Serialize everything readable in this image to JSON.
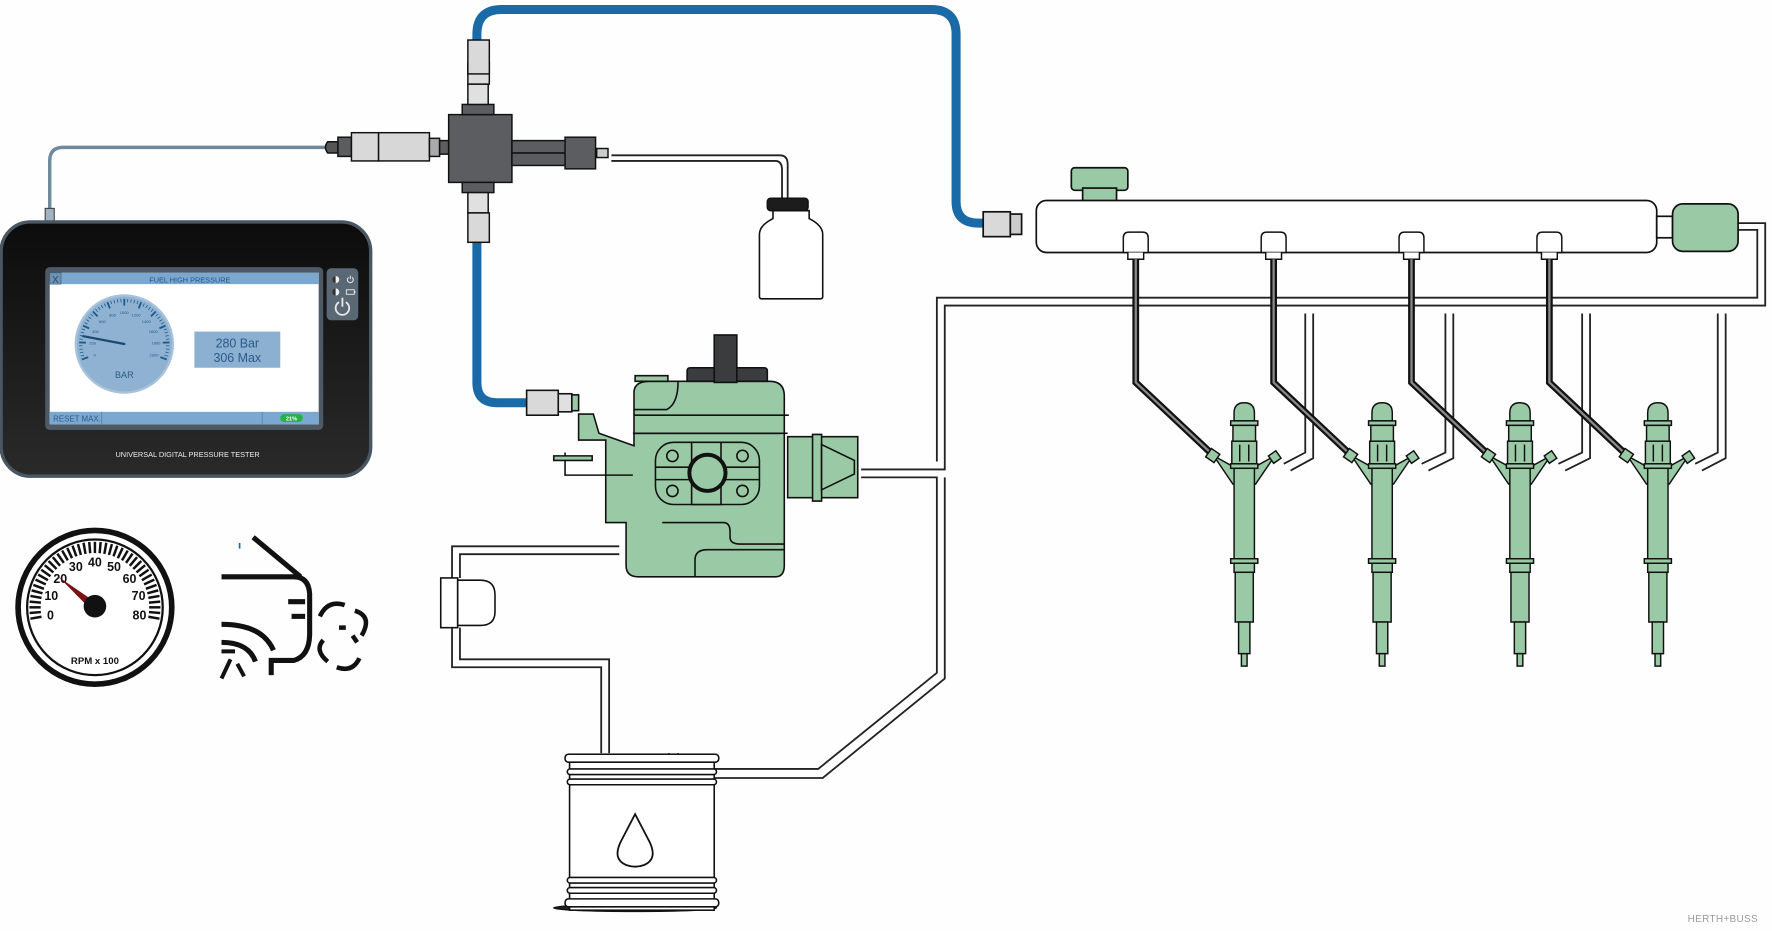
{
  "tester": {
    "device_label": "UNIVERSAL DIGITAL PRESSURE TESTER",
    "screen": {
      "close_label": "X",
      "title": "FUEL HIGH PRESSURE",
      "gauge_unit": "BAR",
      "gauge_ticks": [
        "0",
        "200",
        "400",
        "600",
        "800",
        "1000",
        "1200",
        "1400",
        "1600",
        "1800",
        "2000"
      ],
      "gauge_value_bar": 280,
      "reading_line1": "280 Bar",
      "reading_line2": "306 Max",
      "reset_label": "RESET MAX.",
      "battery_label": "21%"
    },
    "side_panel_icons": [
      "contrast-icon",
      "power-small-icon",
      "contrast-icon",
      "battery-icon",
      "power-button-icon"
    ]
  },
  "tachometer": {
    "ticks": [
      "0",
      "10",
      "20",
      "30",
      "40",
      "50",
      "60",
      "70",
      "80"
    ],
    "unit_label": "RPM x 100",
    "value": 20
  },
  "icons": {
    "exhaust": "car-exhaust-icon",
    "fuel_drop": "fuel-drop-icon"
  },
  "colors": {
    "high_pressure_hose": "#1a6aa8",
    "component_green": "#9acaa5",
    "device_body": "#111111",
    "screen_blue": "#7aa8d0",
    "adapter_gray": "#5c5d60",
    "battery_green": "#2aae4a",
    "needle_red": "#7a1414"
  },
  "injectors_count": 4,
  "brand": "HERTH+BUSS"
}
